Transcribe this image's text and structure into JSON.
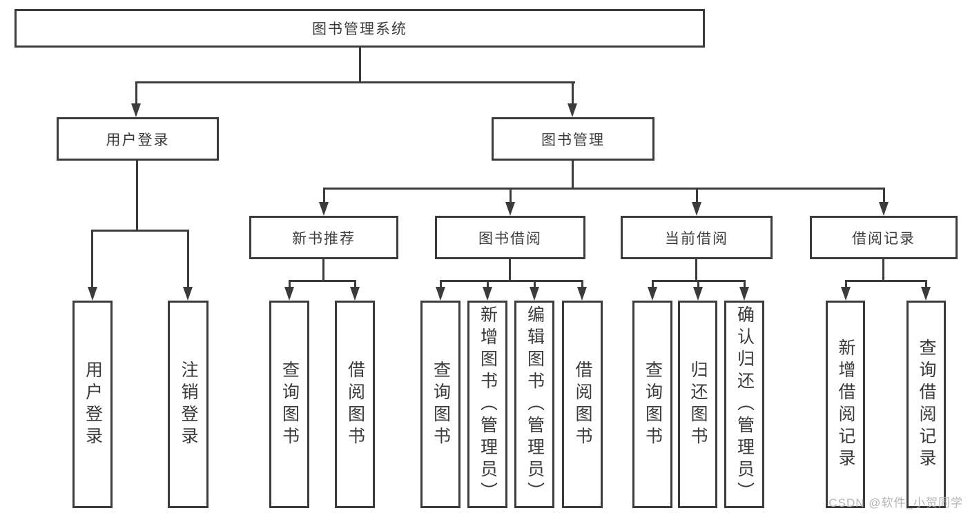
{
  "diagram": {
    "root": {
      "label": "图书管理系统"
    },
    "branches": [
      {
        "label": "用户登录",
        "children": [
          {
            "label": "用户登录"
          },
          {
            "label": "注销登录"
          }
        ]
      },
      {
        "label": "图书管理",
        "children": [
          {
            "label": "新书推荐",
            "children": [
              {
                "label": "查询图书"
              },
              {
                "label": "借阅图书"
              }
            ]
          },
          {
            "label": "图书借阅",
            "children": [
              {
                "label": "查询图书"
              },
              {
                "label": "新增图书（管理员）"
              },
              {
                "label": "编辑图书（管理员）"
              },
              {
                "label": "借阅图书"
              }
            ]
          },
          {
            "label": "当前借阅",
            "children": [
              {
                "label": "查询图书"
              },
              {
                "label": "归还图书"
              },
              {
                "label": "确认归还（管理员）"
              }
            ]
          },
          {
            "label": "借阅记录",
            "children": [
              {
                "label": "新增借阅记录"
              },
              {
                "label": "查询借阅记录"
              }
            ]
          }
        ]
      }
    ],
    "watermark": "CSDN @软件_小贺同学",
    "colors": {
      "line": "#3b3b3b",
      "text": "#3a3a3a",
      "watermark": "#b5b5b5",
      "background": "#ffffff"
    }
  }
}
